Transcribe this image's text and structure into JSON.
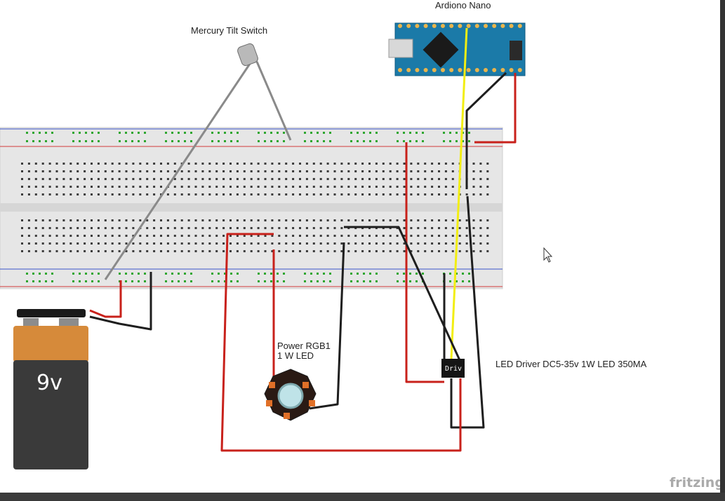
{
  "labels": {
    "arduino": "Ardiono Nano",
    "tilt_switch": "Mercury Tilt Switch",
    "led_title": "Power RGB1",
    "led_subtitle": "1 W LED",
    "driver": "LED Driver DC5-35v 1W LED 350MA",
    "battery": "9v",
    "driver_chip": "Driv",
    "brand": "fritzing"
  },
  "colors": {
    "wire_red": "#c8211b",
    "wire_black": "#1e1e1e",
    "wire_yellow": "#f2ee12",
    "wire_gray": "#8a8a8a",
    "breadboard": "#e6e6e6",
    "hole_green": "#2ea62e",
    "arduino_board": "#1b7aa8",
    "battery_top": "#d68a3a",
    "battery_body": "#3a3a3a"
  },
  "icons": [
    "cursor-icon"
  ]
}
